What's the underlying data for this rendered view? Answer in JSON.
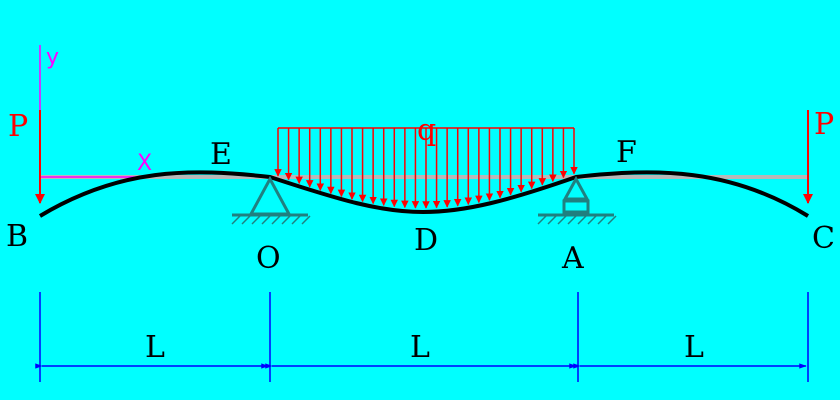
{
  "labels": {
    "P_left": "P",
    "P_right": "P",
    "q": "q",
    "y": "y",
    "x": "X",
    "B": "B",
    "C": "C",
    "E": "E",
    "F": "F",
    "O": "O",
    "A": "A",
    "D": "D"
  },
  "dimensions": [
    "L",
    "L",
    "L"
  ],
  "colors": {
    "background": "#00ffff",
    "load": "#ff0000",
    "beam_undeformed": "#b8b8b8",
    "beam_deflected": "#000000",
    "support": "#208080",
    "axes": "#ff00ff",
    "dimension": "#0000ff",
    "text": "#000000"
  }
}
